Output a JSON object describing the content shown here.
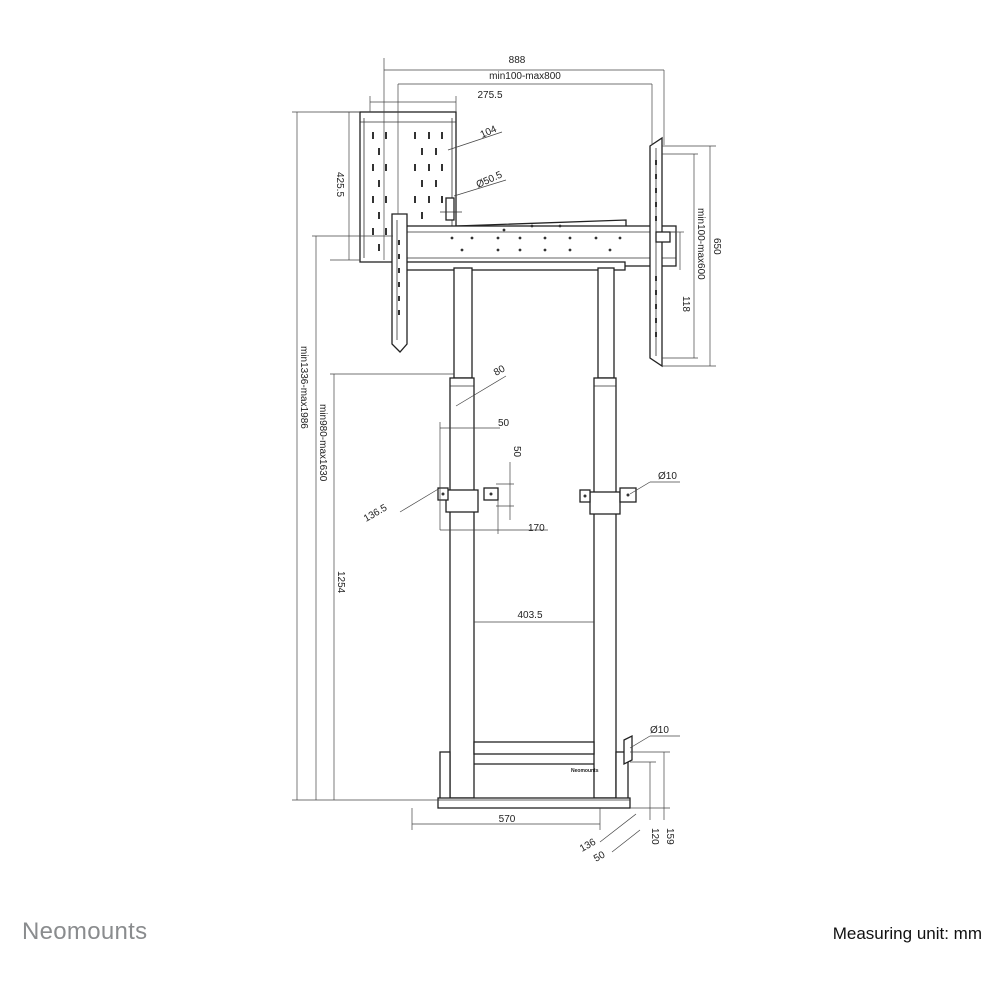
{
  "brand": {
    "name": "Neomounts",
    "product_label": "Neomounts"
  },
  "footer": {
    "measuring_unit": "Measuring unit: mm"
  },
  "dimensions": {
    "overall_width": "888",
    "vesa_width": "min100-max800",
    "shelf_width": "275.5",
    "shelf_depth": "104",
    "shelf_height": "425.5",
    "pole_diameter": "Ø50.5",
    "bracket_height": "650",
    "vesa_height": "min100-max600",
    "rail_height": "118",
    "overall_height": "min1336-max1986",
    "mount_height": "min980-max1630",
    "column_depth": "80",
    "clamp_width": "50",
    "clamp_height": "50",
    "clamp_offset": "136.5",
    "clamp_spacing": "170",
    "hole_diameter_top": "Ø10",
    "fixed_height": "1254",
    "column_spacing": "403.5",
    "hole_diameter_bottom": "Ø10",
    "base_width": "570",
    "base_depth": "136",
    "base_foot": "50",
    "base_height_1": "120",
    "base_height_2": "159"
  },
  "colors": {
    "line": "#222222",
    "brand": "#8a8c8e",
    "background": "#ffffff"
  }
}
